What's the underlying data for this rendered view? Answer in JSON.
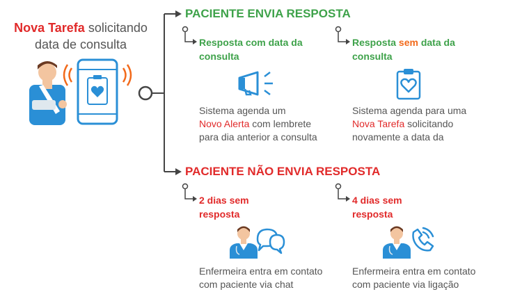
{
  "origin": {
    "title_highlight": "Nova Tarefa",
    "title_rest_line1": " solicitando",
    "title_line2": "data de consulta"
  },
  "branches": [
    {
      "header": "PACIENTE ENVIA RESPOSTA",
      "header_color": "#3ea24a",
      "options": [
        {
          "title_parts": [
            "Resposta com data da",
            "consulta"
          ],
          "desc_line1": "Sistema agenda um",
          "desc_highlight": "Novo Alerta",
          "desc_line2_rest": " com lembrete",
          "desc_line3": "para dia anterior a consulta"
        },
        {
          "title_a": "Resposta ",
          "title_highlight": "sem",
          "title_b": " data da",
          "title_line2": "consulta",
          "desc_line1": "Sistema agenda para uma",
          "desc_highlight": "Nova Tarefa",
          "desc_line2_rest": " solicitando",
          "desc_line3": "novamente a data da"
        }
      ]
    },
    {
      "header": "PACIENTE NÃO ENVIA RESPOSTA",
      "header_color": "#e12a2a",
      "options": [
        {
          "title_line1": "2 dias sem",
          "title_line2": "resposta",
          "desc_line1": "Enfermeira entra em contato",
          "desc_line2": "com paciente via chat"
        },
        {
          "title_line1": "4 dias sem",
          "title_line2": "resposta",
          "desc_line1": "Enfermeira entra em contato",
          "desc_line2": "com paciente via ligação"
        }
      ]
    }
  ],
  "colors": {
    "green": "#3ea24a",
    "red": "#e12a2a",
    "orange": "#f26a1b",
    "blue": "#2a8fd6",
    "text": "#555555",
    "line": "#444444"
  },
  "icons": [
    "patient-icon",
    "phone-clipboard-icon",
    "signal-waves-icon",
    "megaphone-icon",
    "clipboard-heart-icon",
    "nurse-icon",
    "chat-bubbles-icon",
    "phone-call-icon"
  ]
}
